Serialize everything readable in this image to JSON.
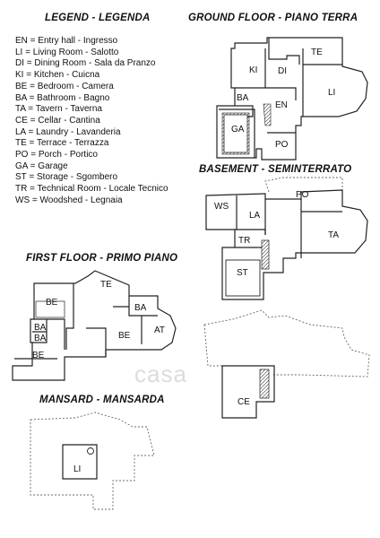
{
  "legend": {
    "title": "LEGEND - LEGENDA",
    "items": [
      "EN = Entry hall - Ingresso",
      "LI = Living Room - Salotto",
      "DI = Dining Room - Sala da Pranzo",
      "KI = Kitchen - Cuicna",
      "BE = Bedroom - Camera",
      "BA = Bathroom - Bagno",
      "TA = Tavern - Taverna",
      "CE = Cellar - Cantina",
      "LA = Laundry - Lavanderia",
      "TE = Terrace - Terrazza",
      "PO = Porch - Portico",
      "GA = Garage",
      "ST = Storage - Sgombero",
      "TR = Technical Room - Locale Tecnico",
      "WS = Woodshed - Legnaia"
    ]
  },
  "ground_floor": {
    "title": "GROUND FLOOR - PIANO TERRA",
    "rooms": {
      "te": "TE",
      "ki": "KI",
      "di": "DI",
      "li": "LI",
      "ba": "BA",
      "en": "EN",
      "ga": "GA",
      "po": "PO"
    }
  },
  "basement": {
    "title": "BASEMENT - SEMINTERRATO",
    "rooms": {
      "ws": "WS",
      "la": "LA",
      "po": "PO",
      "tr": "TR",
      "ta": "TA",
      "st": "ST"
    }
  },
  "first_floor": {
    "title": "FIRST FLOOR - PRIMO PIANO",
    "rooms": {
      "te": "TE",
      "be1": "BE",
      "ba1": "BA",
      "be2": "BE",
      "at": "AT",
      "ba2": "BA",
      "ba3": "BA",
      "be3": "BE"
    }
  },
  "cellar_floor": {
    "rooms": {
      "ce": "CE"
    }
  },
  "mansard": {
    "title": "MANSARD - MANSARDA",
    "rooms": {
      "li": "LI"
    }
  },
  "watermark": {
    "text": "casa"
  },
  "colors": {
    "wall": "#222222",
    "dashed": "#666666",
    "watermark": "#dcdcdc"
  }
}
